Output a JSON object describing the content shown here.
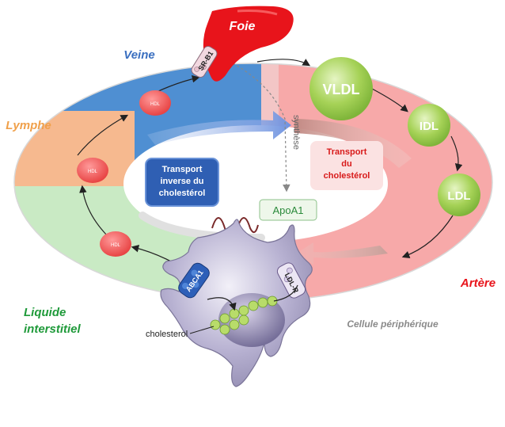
{
  "labels": {
    "foie": "Foie",
    "veine": "Veine",
    "lymphe": "Lymphe",
    "artere": "Artère",
    "liquide_line1": "Liquide",
    "liquide_line2": "interstitiel",
    "cellule": "Cellule périphérique",
    "cholesterol": "cholesterol",
    "synthese": "synthèse",
    "apoa1": "ApoA1",
    "sr_b1": "SR-B1",
    "abca1": "ABCA1",
    "ldl_r": "LDL-R"
  },
  "lipoproteins": {
    "vldl": "VLDL",
    "idl": "IDL",
    "ldl": "LDL",
    "hdl": "HDL"
  },
  "boxes": {
    "reverse_transport": [
      "Transport",
      "inverse du",
      "cholestérol"
    ],
    "transport": [
      "Transport",
      "du",
      "cholestérol"
    ]
  },
  "colors": {
    "liver": "#e8141b",
    "vein": "#4a86c8",
    "lymph": "#f4b68a",
    "interstitial": "#c6e8c2",
    "artery": "#f5a4a4",
    "lipoprotein_green": "#9ccc4a",
    "hdl_red": "#ef5b5b",
    "cell": "#a9a2c4",
    "reverse_box": "#2f5fb3",
    "label_vein": "#3a6fc0",
    "label_lymph": "#f0a04a",
    "label_artery": "#e8141b",
    "label_interstitial": "#1f9a3a",
    "label_cell": "#8a8a8a"
  }
}
